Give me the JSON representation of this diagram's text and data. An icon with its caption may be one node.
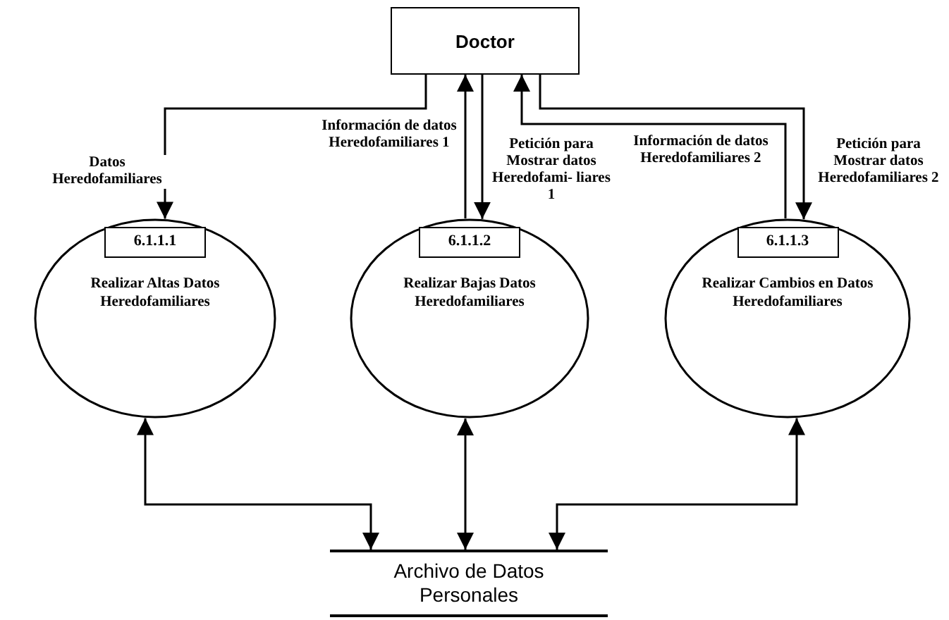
{
  "diagram": {
    "nodes": [
      {
        "text": [
          "Doctor"
        ]
      },
      {
        "text": [
          "6.1.1.1",
          "Realizar Altas Datos Heredofamiliares"
        ]
      },
      {
        "text": [
          "6.1.1.2",
          "Realizar Bajas Datos Heredofamiliares"
        ]
      },
      {
        "text": [
          "6.1.1.3",
          "Realizar Cambios en Datos Heredofamiliares"
        ]
      },
      {
        "text": [
          "Archivo de Datos Personales"
        ]
      }
    ],
    "edges": [
      {
        "from": 0,
        "to": 1,
        "arrow": "to",
        "label": "Datos Heredofamiliares"
      },
      {
        "from": 2,
        "to": 0,
        "arrow": "to",
        "label": "Información de datos Heredofamiliares 1"
      },
      {
        "from": 0,
        "to": 2,
        "arrow": "to",
        "label": "Petición para Mostrar datos Heredofami- liares 1"
      },
      {
        "from": 3,
        "to": 0,
        "arrow": "to",
        "label": "Información de datos Heredofamiliares 2"
      },
      {
        "from": 0,
        "to": 3,
        "arrow": "to",
        "label": "Petición para Mostrar datos Heredofamiliares 2"
      },
      {
        "from": 1,
        "to": 4,
        "arrow": "both"
      },
      {
        "from": 2,
        "to": 4,
        "arrow": "both"
      },
      {
        "from": 3,
        "to": 4,
        "arrow": "both"
      }
    ]
  }
}
